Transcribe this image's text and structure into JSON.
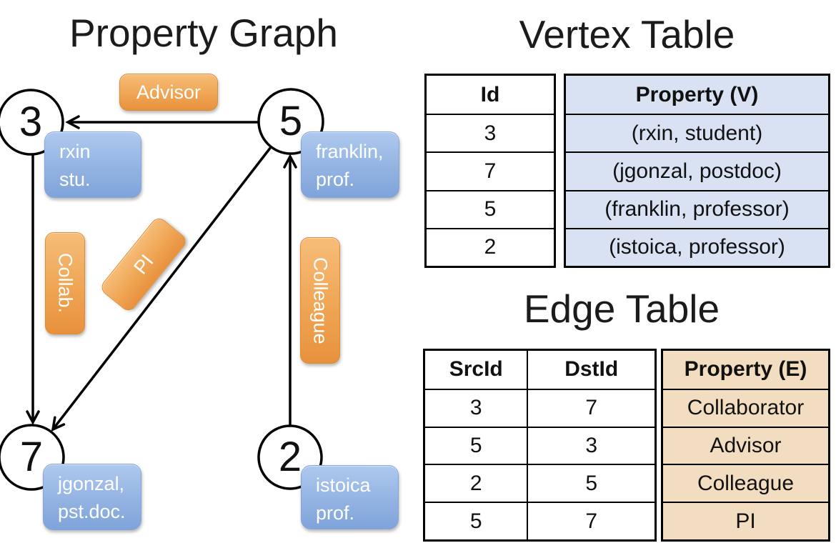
{
  "panel_titles": {
    "graph": "Property Graph",
    "vertex": "Vertex Table",
    "edge": "Edge Table"
  },
  "colors": {
    "edge_label_orange": "#ed9f4c",
    "vertex_label_blue": "#8fb0e1",
    "vertex_table_fill": "#d9e2f3",
    "edge_table_fill": "#f3ddc1",
    "line_black": "#000000"
  },
  "graph": {
    "nodes": [
      {
        "id": "3",
        "label_line1": "rxin",
        "label_line2": "stu."
      },
      {
        "id": "5",
        "label_line1": "franklin,",
        "label_line2": "prof."
      },
      {
        "id": "7",
        "label_line1": "jgonzal,",
        "label_line2": "pst.doc."
      },
      {
        "id": "2",
        "label_line1": "istoica",
        "label_line2": "prof."
      }
    ],
    "edge_labels": {
      "advisor": "Advisor",
      "collab": "Collab.",
      "pi": "PI",
      "colleague": "Colleague"
    }
  },
  "vertex_table": {
    "headers": {
      "id": "Id",
      "property": "Property (V)"
    },
    "rows": [
      {
        "id": "3",
        "property": "(rxin, student)"
      },
      {
        "id": "7",
        "property": "(jgonzal, postdoc)"
      },
      {
        "id": "5",
        "property": "(franklin, professor)"
      },
      {
        "id": "2",
        "property": "(istoica, professor)"
      }
    ]
  },
  "edge_table": {
    "headers": {
      "src": "SrcId",
      "dst": "DstId",
      "property": "Property (E)"
    },
    "rows": [
      {
        "src": "3",
        "dst": "7",
        "property": "Collaborator"
      },
      {
        "src": "5",
        "dst": "3",
        "property": "Advisor"
      },
      {
        "src": "2",
        "dst": "5",
        "property": "Colleague"
      },
      {
        "src": "5",
        "dst": "7",
        "property": "PI"
      }
    ]
  }
}
